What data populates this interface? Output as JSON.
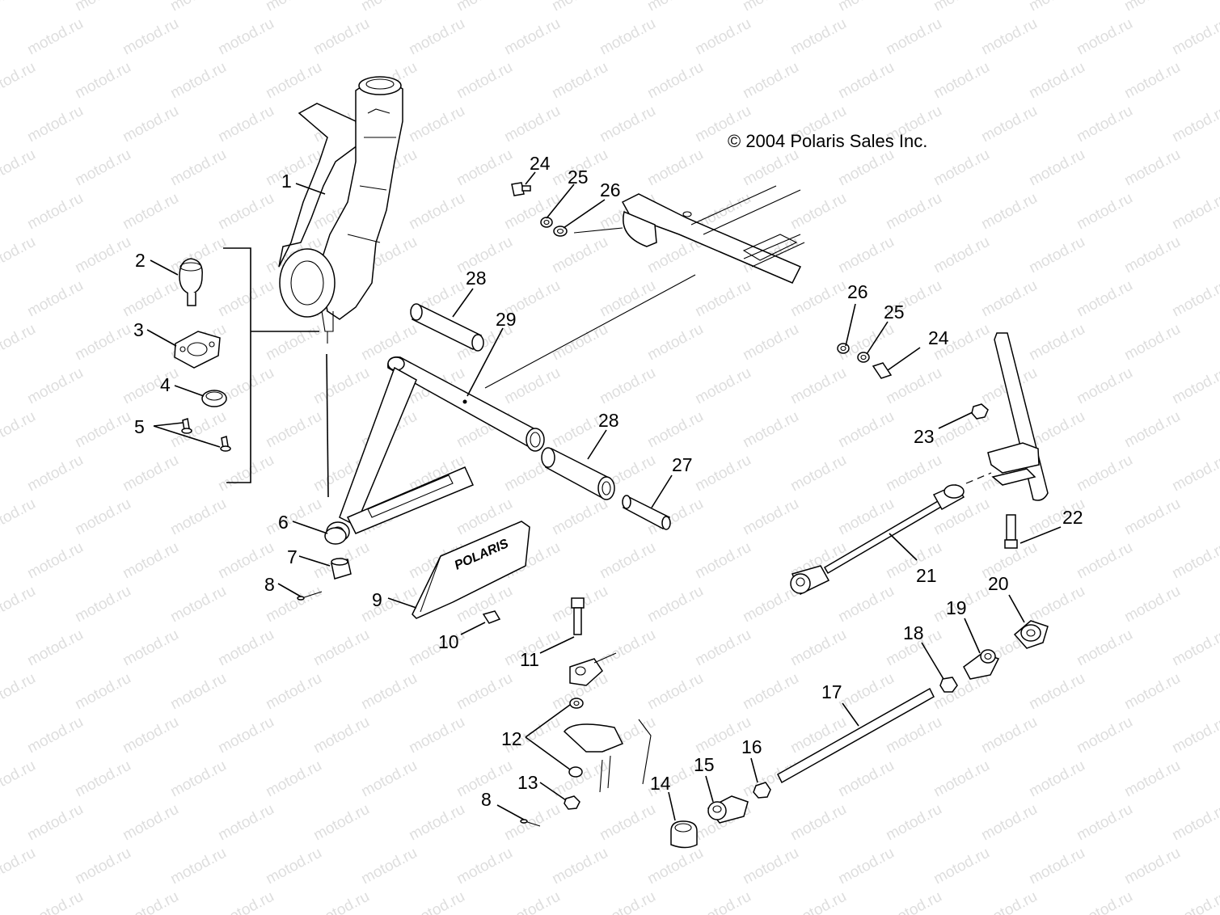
{
  "copyright": "© 2004 Polaris Sales Inc.",
  "watermark": "motod.ru",
  "brand_logo": "POLARIS",
  "callouts": [
    {
      "id": "c1",
      "text": "1"
    },
    {
      "id": "c2",
      "text": "2"
    },
    {
      "id": "c3",
      "text": "3"
    },
    {
      "id": "c4",
      "text": "4"
    },
    {
      "id": "c5",
      "text": "5"
    },
    {
      "id": "c6",
      "text": "6"
    },
    {
      "id": "c7",
      "text": "7"
    },
    {
      "id": "c8a",
      "text": "8"
    },
    {
      "id": "c8b",
      "text": "8"
    },
    {
      "id": "c9",
      "text": "9"
    },
    {
      "id": "c10",
      "text": "10"
    },
    {
      "id": "c11",
      "text": "11"
    },
    {
      "id": "c12",
      "text": "12"
    },
    {
      "id": "c13",
      "text": "13"
    },
    {
      "id": "c14",
      "text": "14"
    },
    {
      "id": "c15",
      "text": "15"
    },
    {
      "id": "c16",
      "text": "16"
    },
    {
      "id": "c17",
      "text": "17"
    },
    {
      "id": "c18",
      "text": "18"
    },
    {
      "id": "c19",
      "text": "19"
    },
    {
      "id": "c20",
      "text": "20"
    },
    {
      "id": "c21",
      "text": "21"
    },
    {
      "id": "c22",
      "text": "22"
    },
    {
      "id": "c23",
      "text": "23"
    },
    {
      "id": "c24a",
      "text": "24"
    },
    {
      "id": "c24b",
      "text": "24"
    },
    {
      "id": "c25a",
      "text": "25"
    },
    {
      "id": "c25b",
      "text": "25"
    },
    {
      "id": "c26a",
      "text": "26"
    },
    {
      "id": "c26b",
      "text": "26"
    },
    {
      "id": "c27",
      "text": "27"
    },
    {
      "id": "c28a",
      "text": "28"
    },
    {
      "id": "c28b",
      "text": "28"
    },
    {
      "id": "c29",
      "text": "29"
    }
  ]
}
